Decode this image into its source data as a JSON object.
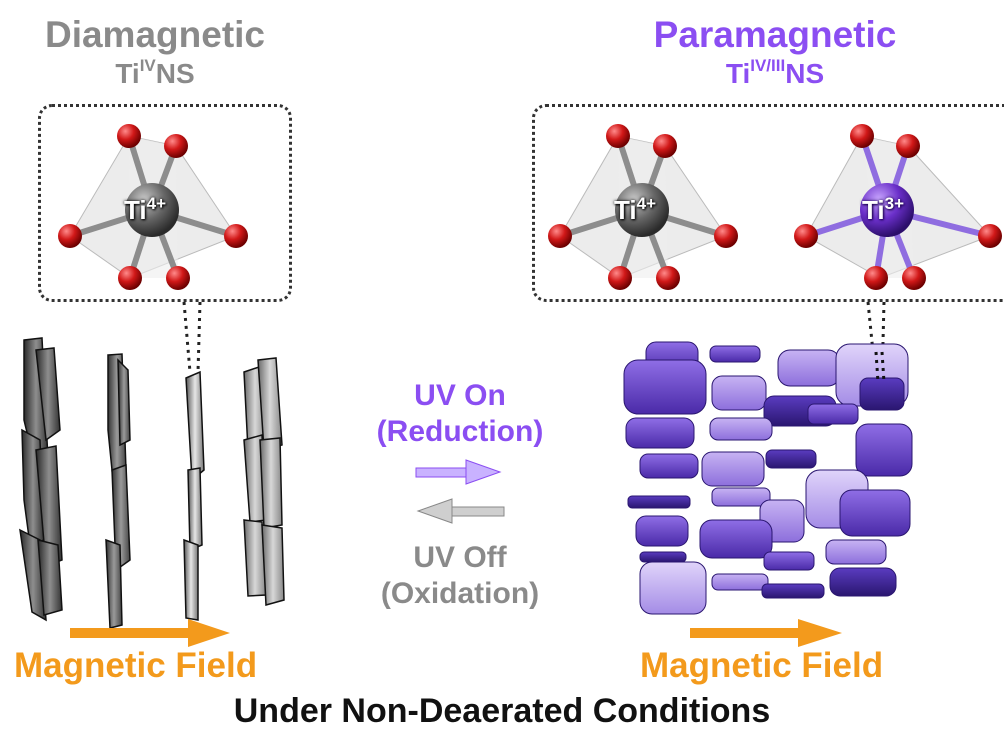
{
  "left": {
    "title": "Diamagnetic",
    "sub_base": "Ti",
    "sub_sup": "IV",
    "sub_tail": "NS",
    "ion_base": "Ti",
    "ion_charge": "4+",
    "field_label": "Magnetic Field"
  },
  "right": {
    "title": "Paramagnetic",
    "sub_base": "Ti",
    "sub_sup": "IV/III",
    "sub_tail": "NS",
    "ion1_base": "Ti",
    "ion1_charge": "4+",
    "ion2_base": "Ti",
    "ion2_charge": "3+",
    "field_label": "Magnetic Field"
  },
  "middle": {
    "on_line1": "UV On",
    "on_line2": "(Reduction)",
    "off_line1": "UV Off",
    "off_line2": "(Oxidation)"
  },
  "footer": "Under Non-Deaerated Conditions",
  "colors": {
    "diamagnetic": "#8a8a8a",
    "paramagnetic": "#8b4ef2",
    "field": "#f39a1c",
    "oxygen": "#d11818",
    "ti4": "#555555",
    "ti3": "#6a2fc9"
  }
}
